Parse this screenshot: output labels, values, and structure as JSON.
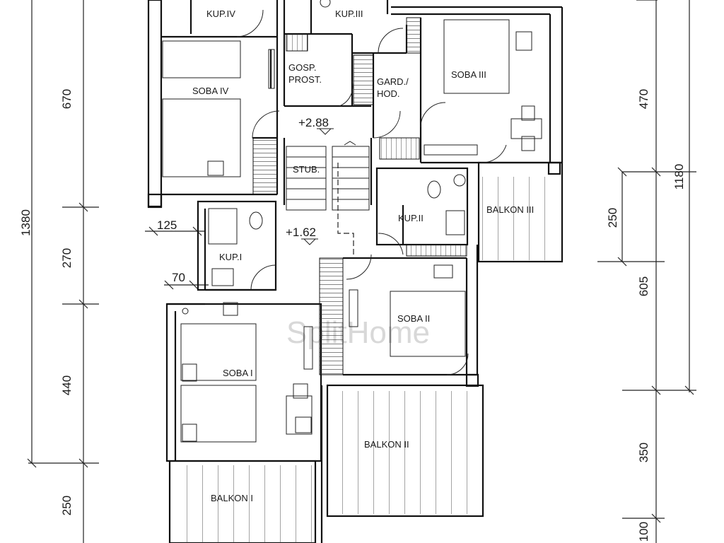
{
  "rooms": {
    "kup_iv": "KUP.IV",
    "kup_iii": "KUP.III",
    "soba_iii": "SOBA III",
    "gosp_line1": "GOSP.",
    "gosp_line2": "PROST.",
    "gard_line1": "GARD./",
    "gard_line2": "HOD.",
    "soba_iv": "SOBA IV",
    "stub": "STUB.",
    "kup_ii": "KUP.II",
    "balkon_iii": "BALKON III",
    "kup_i": "KUP.I",
    "soba_ii": "SOBA II",
    "soba_i": "SOBA I",
    "balkon_ii": "BALKON II",
    "balkon_i": "BALKON I"
  },
  "levels": {
    "upper": "+2.88",
    "lower": "+1.62"
  },
  "dimensions": {
    "left_670": "670",
    "left_1380": "1380",
    "left_270": "270",
    "left_440": "440",
    "left_250": "250",
    "inner_125": "125",
    "inner_70": "70",
    "right_470": "470",
    "right_1180": "1180",
    "right_250": "250",
    "right_605": "605",
    "right_350": "350",
    "right_100": "100"
  },
  "watermark": "SplitHome"
}
